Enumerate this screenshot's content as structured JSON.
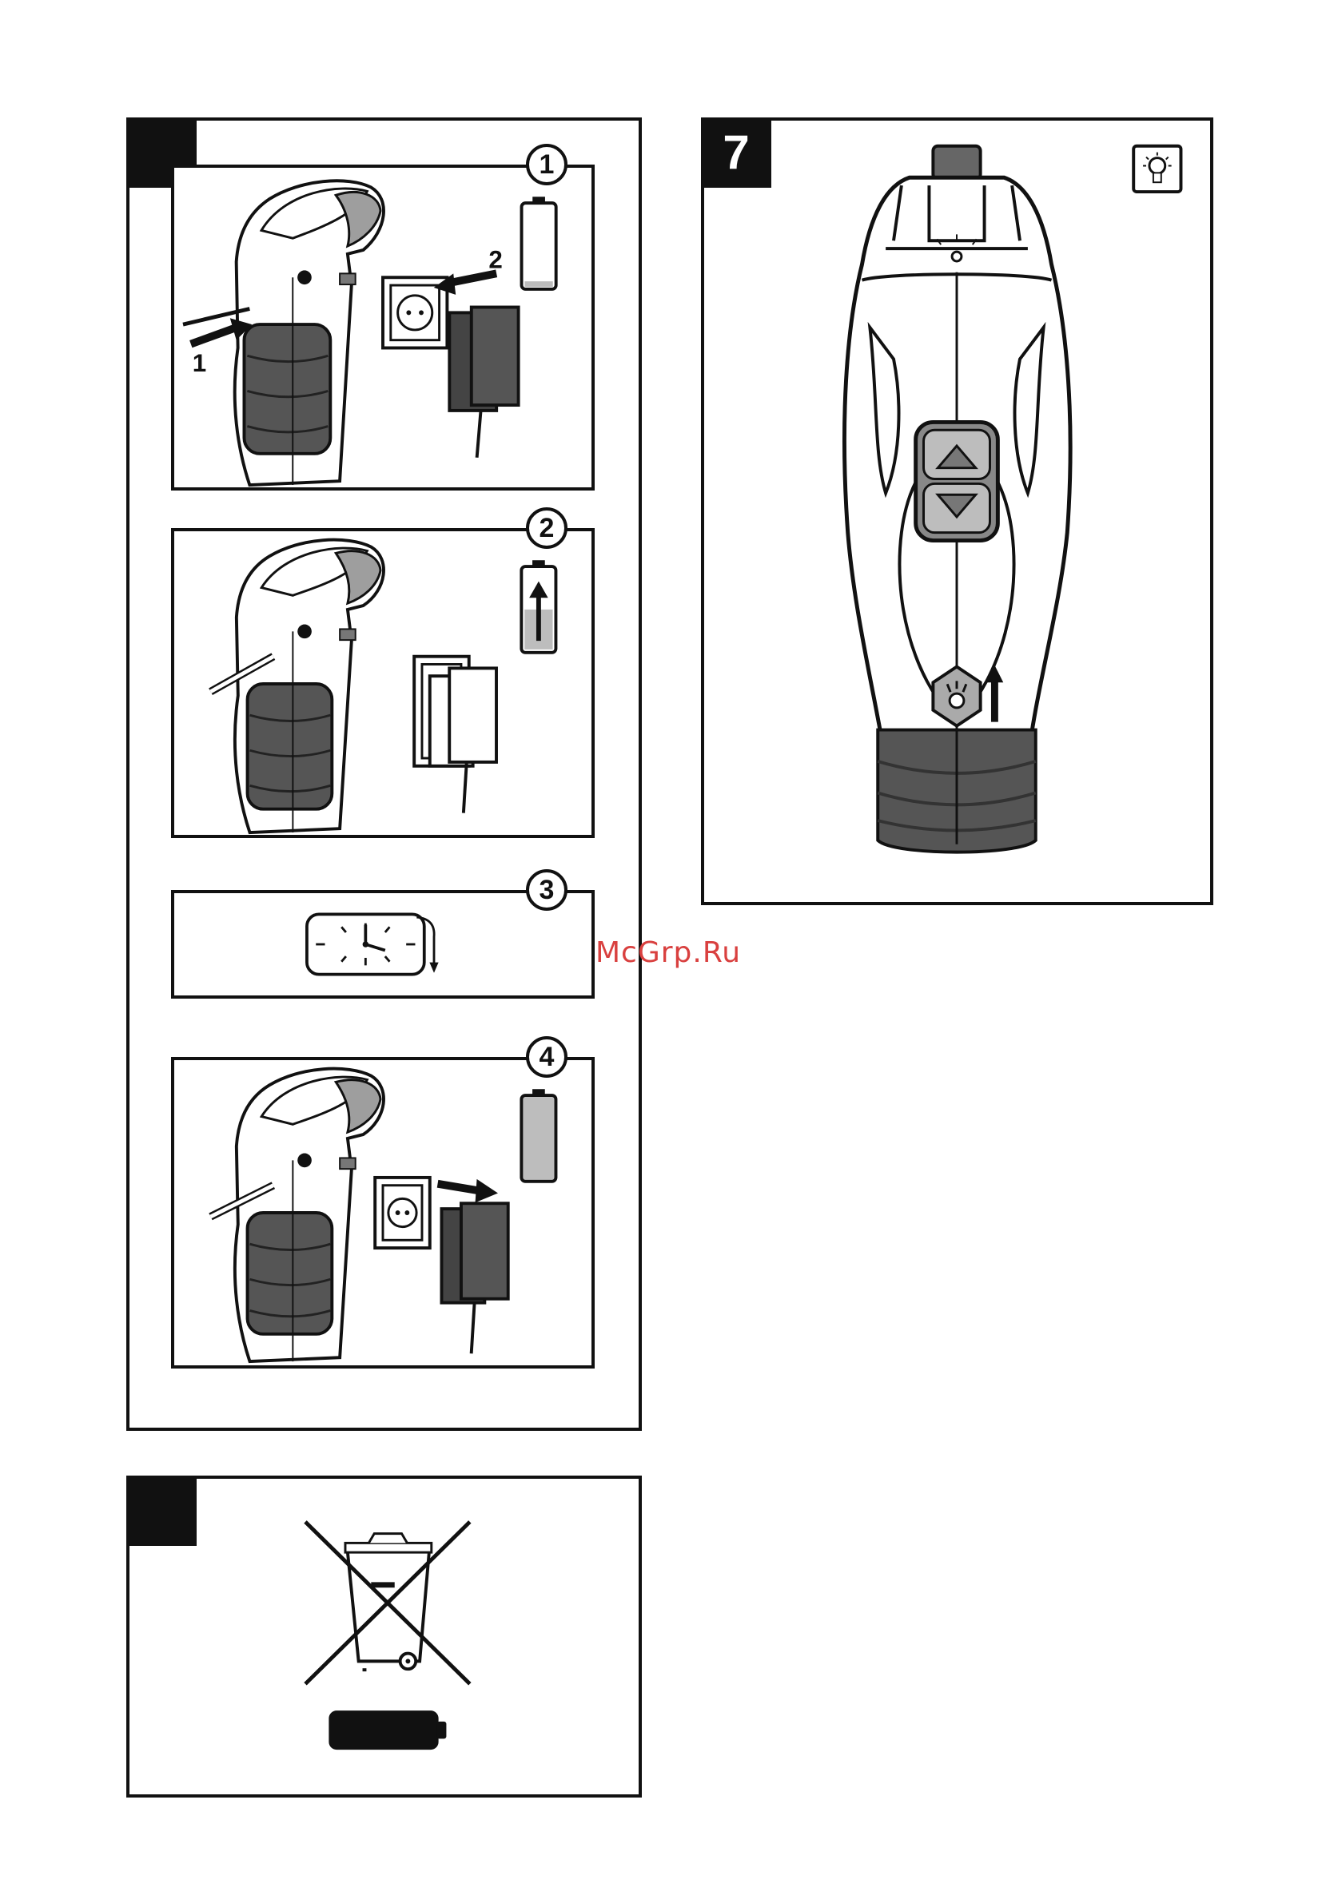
{
  "figure_left": {
    "tag": ""
  },
  "steps": [
    {
      "number": "1",
      "arrow_labels": [
        "1",
        "2"
      ]
    },
    {
      "number": "2"
    },
    {
      "number": "3"
    },
    {
      "number": "4"
    }
  ],
  "figure_right": {
    "tag": "7",
    "icon": "light-bulb-icon"
  },
  "figure_disposal": {
    "tag": "",
    "icons": [
      "crossed-out-bin-icon",
      "battery-icon"
    ]
  },
  "watermark": "McGrp.Ru",
  "colors": {
    "ink": "#111111",
    "grip_gray": "#555555",
    "light_gray": "#bdbdbd",
    "watermark": "#d9403f"
  }
}
